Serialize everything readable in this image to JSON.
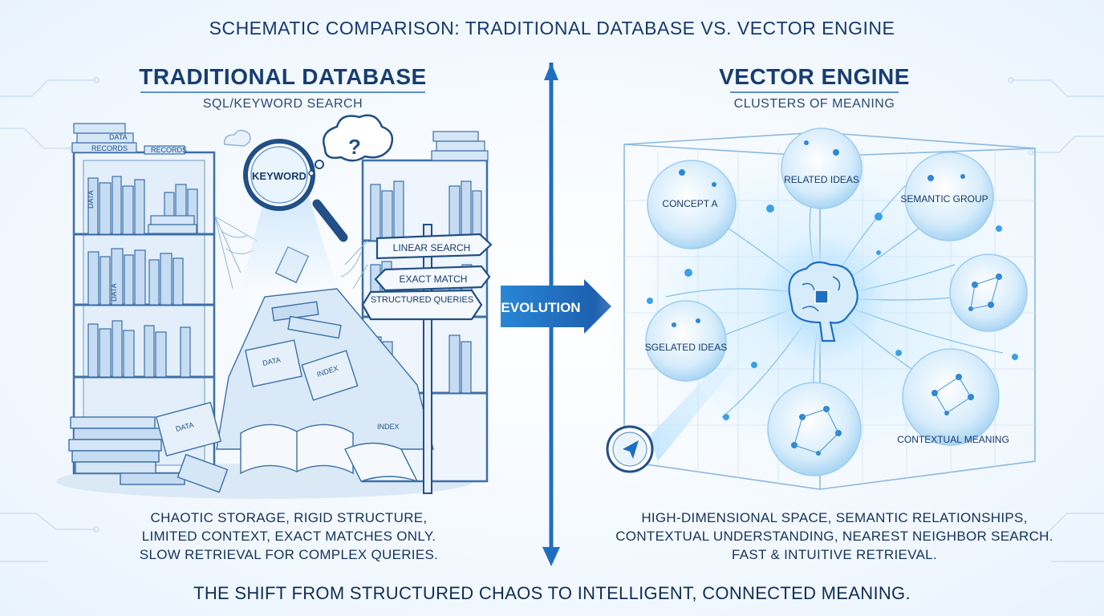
{
  "header": {
    "title": "SCHEMATIC COMPARISON: TRADITIONAL DATABASE VS. VECTOR ENGINE"
  },
  "left": {
    "title": "TRADITIONAL DATABASE",
    "subtitle": "SQL/KEYWORD SEARCH",
    "magnifier_label": "KEYWORD",
    "question_mark": "?",
    "signs": [
      "LINEAR SEARCH",
      "EXACT MATCH",
      "STRUCTURED QUERIES"
    ],
    "book_labels": [
      "DATA",
      "RECORDS",
      "RECORDS",
      "DATA",
      "DATA",
      "INDEX",
      "DATA",
      "INDEX",
      "DATA"
    ],
    "caption_lines": [
      "CHAOTIC STORAGE, RIGID STRUCTURE,",
      "LIMITED CONTEXT, EXACT MATCHES ONLY.",
      "SLOW RETRIEVAL FOR COMPLEX QUERIES."
    ]
  },
  "divider": {
    "label": "EVOLUTION",
    "accent": "#1f6fc0"
  },
  "right": {
    "title": "VECTOR ENGINE",
    "subtitle": "CLUSTERS OF MEANING",
    "clusters": [
      "CONCEPT A",
      "RELATED IDEAS",
      "SEMANTIC GROUP",
      "SGELATED IDEAS",
      "CONTEXTUAL MEANING"
    ],
    "caption_lines": [
      "HIGH-DIMENSIONAL SPACE, SEMANTIC RELATIONSHIPS,",
      "CONTEXTUAL UNDERSTANDING, NEAREST NEIGHBOR SEARCH.",
      "FAST & INTUITIVE RETRIEVAL."
    ]
  },
  "footer": {
    "text": "THE SHIFT FROM STRUCTURED CHAOS TO INTELLIGENT, CONNECTED MEANING."
  },
  "colors": {
    "ink": "#173d70",
    "accent": "#1f6fc0",
    "glow": "#7cc6f5"
  }
}
